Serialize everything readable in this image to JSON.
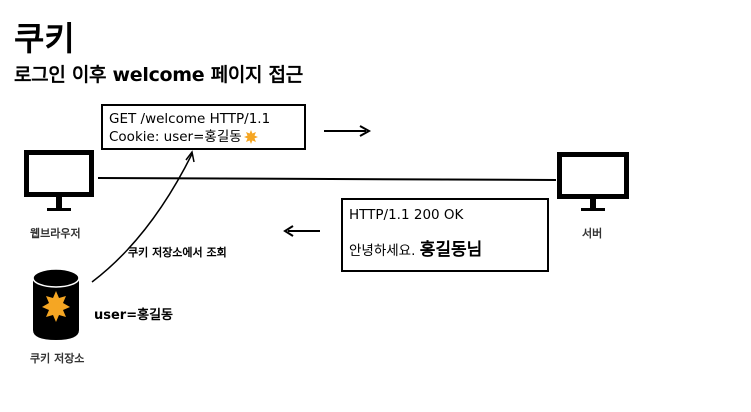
{
  "title": "쿠키",
  "subtitle": "로그인 이후 welcome 페이지 접근",
  "browser_label": "웹브라우저",
  "server_label": "서버",
  "cookie_store_label": "쿠키 저장소",
  "lookup_label": "쿠키 저장소에서 조회",
  "stored_cookie": "user=홍길동",
  "request": {
    "line1": "GET /welcome HTTP/1.1",
    "line2": "Cookie: user=홍길동"
  },
  "response": {
    "status": "HTTP/1.1 200 OK",
    "greeting": "안녕하세요.",
    "name": "홍길동님"
  },
  "colors": {
    "sun": "#f5a623",
    "line": "#000000"
  }
}
